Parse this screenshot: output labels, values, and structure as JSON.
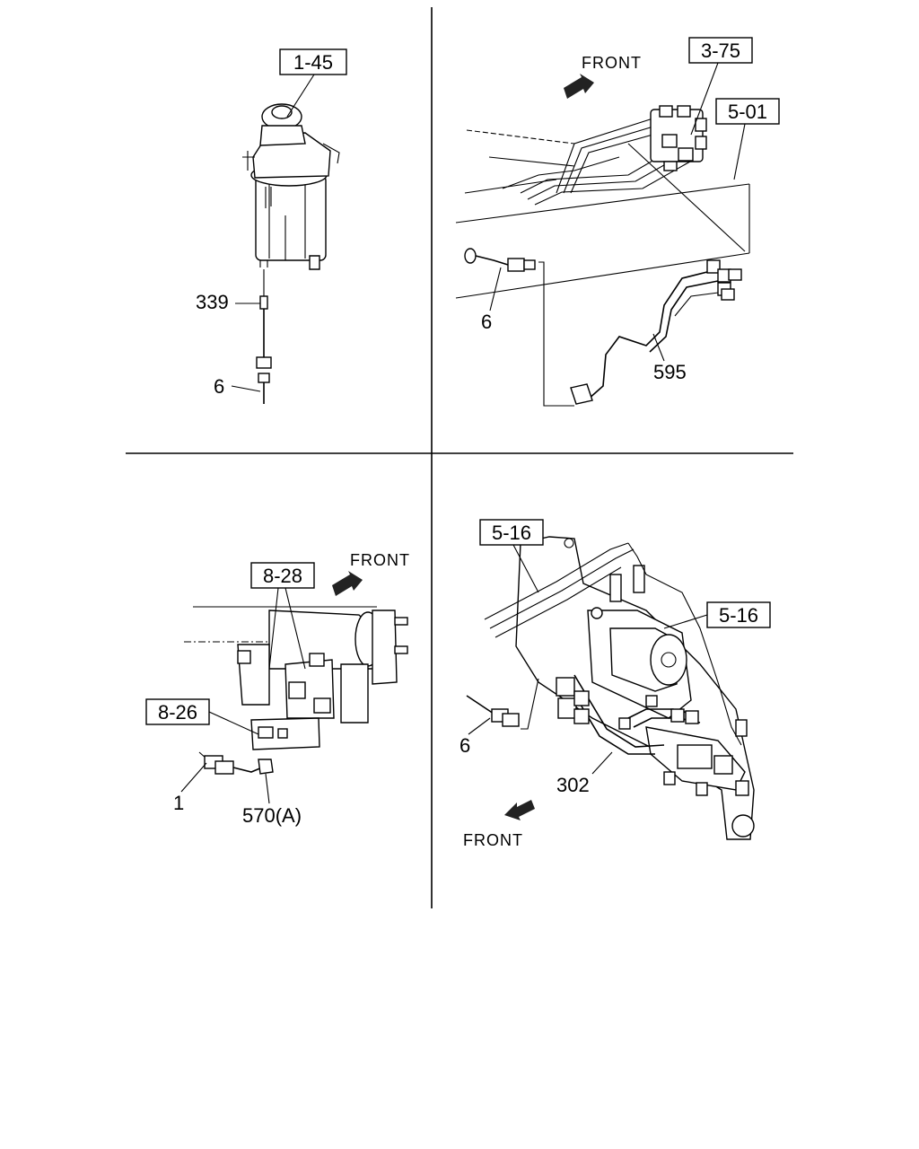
{
  "quadrant_tl": {
    "box_ref": "1-45",
    "callouts": [
      "339",
      "6"
    ]
  },
  "quadrant_tr": {
    "front": "FRONT",
    "box_refs": [
      "3-75",
      "5-01"
    ],
    "callouts": [
      "6",
      "595"
    ]
  },
  "quadrant_bl": {
    "front": "FRONT",
    "box_refs": [
      "8-28",
      "8-26"
    ],
    "callouts": [
      "1",
      "570(A)"
    ]
  },
  "quadrant_br": {
    "box_refs": [
      "5-16",
      "5-16"
    ],
    "callouts": [
      "6",
      "302"
    ],
    "front": "FRONT"
  }
}
